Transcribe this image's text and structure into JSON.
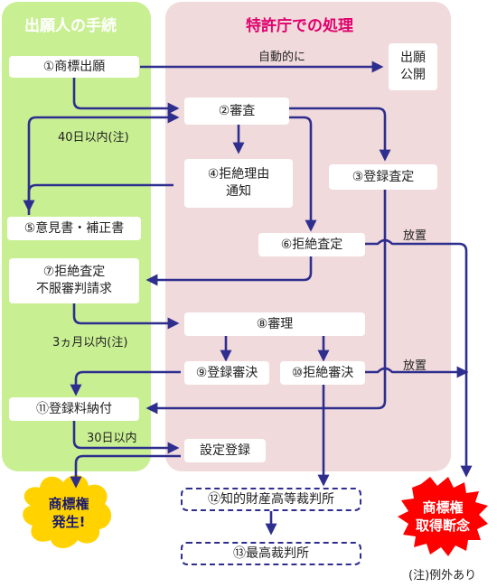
{
  "lanes": {
    "applicant": "出願人の手続",
    "office": "特許庁での処理"
  },
  "steps": {
    "s1": "①商標出願",
    "s2": "②審査",
    "s3": "③登録査定",
    "s4": "④拒絶理由\n通知",
    "s5": "⑤意見書・補正書",
    "s6": "⑥拒絶査定",
    "s7": "⑦拒絶査定\n不服審判請求",
    "s8": "⑧審理",
    "s9": "⑨登録審決",
    "s10": "⑩拒絶審決",
    "s11": "⑪登録料納付",
    "s12": "⑫知的財産高等裁判所",
    "s13": "⑬最高裁判所",
    "registration": "設定登録",
    "publication": "出願\n公開"
  },
  "labels": {
    "automatic": "自動的に",
    "forty_days": "40日以内(注)",
    "three_months": "3ヵ月以内(注)",
    "thirty_days": "30日以内",
    "neglect1": "放置",
    "neglect2": "放置",
    "note": "(注)例外あり"
  },
  "outcomes": {
    "granted": "商標権\n発生!",
    "abandoned": "商標権\n取得断念"
  },
  "colors": {
    "arrow": "#2e2e8f",
    "applicant_lane": "#c9ef93",
    "office_lane": "#f1dadc",
    "office_title": "#e0006d",
    "granted_burst": "#ffd200",
    "abandoned_burst": "#ff0000"
  }
}
